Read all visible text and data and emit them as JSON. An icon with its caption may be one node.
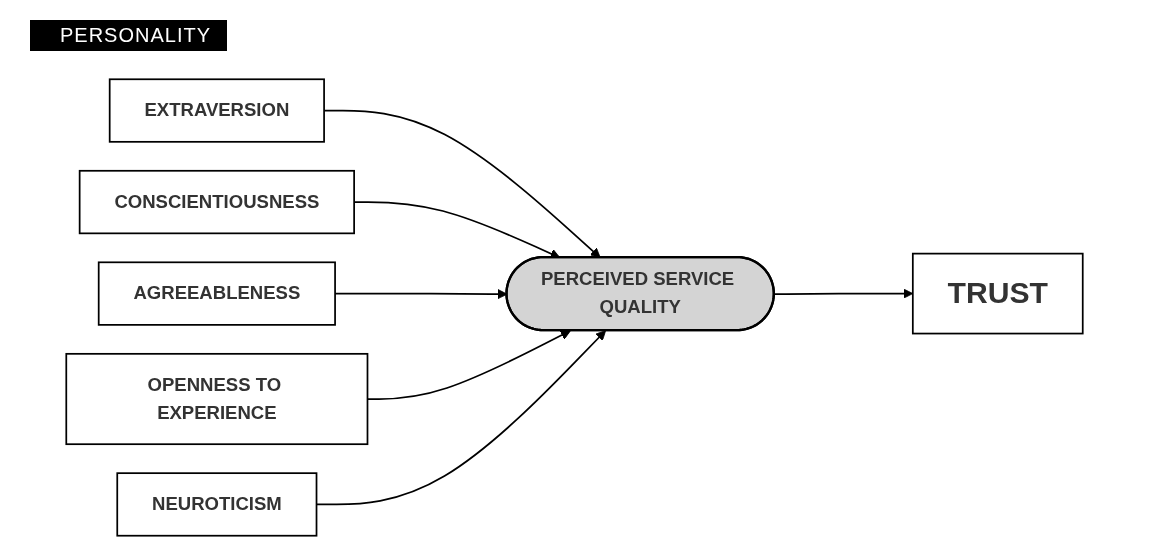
{
  "diagram": {
    "title": "PERSONALITY",
    "nodes": [
      {
        "text": [
          "EXTRAVERSION"
        ]
      },
      {
        "text": [
          "CONSCIENTIOUSNESS"
        ]
      },
      {
        "text": [
          "AGREEABLENESS"
        ]
      },
      {
        "text": [
          "OPENNESS TO EXPERIENCE"
        ]
      },
      {
        "text": [
          "NEUROTICISM"
        ]
      },
      {
        "text": [
          "PERCEIVED SERVICE QUALITY"
        ]
      },
      {
        "text": [
          "TRUST"
        ]
      }
    ],
    "edges": [
      {
        "from": 0,
        "to": 5,
        "arrow": "to"
      },
      {
        "from": 1,
        "to": 5,
        "arrow": "to"
      },
      {
        "from": 2,
        "to": 5,
        "arrow": "to"
      },
      {
        "from": 3,
        "to": 5,
        "arrow": "to"
      },
      {
        "from": 4,
        "to": 5,
        "arrow": "to"
      },
      {
        "from": 5,
        "to": 6,
        "arrow": "to"
      }
    ]
  }
}
